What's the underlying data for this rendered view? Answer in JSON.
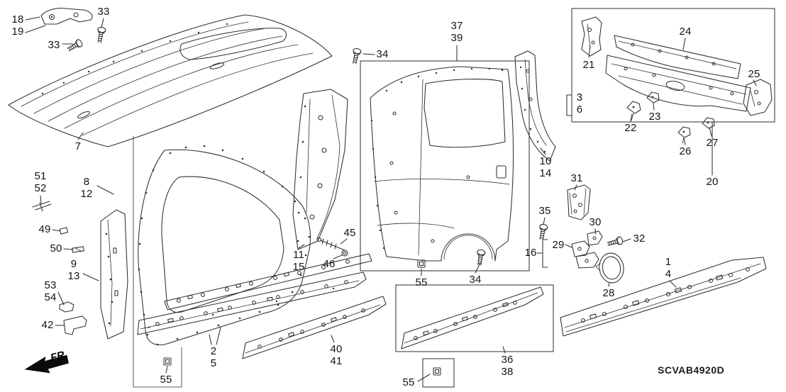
{
  "diagram": {
    "code": "SCVAB4920D",
    "fr_label": "FR.",
    "background": "#ffffff",
    "line_color": "#2e2e2e"
  },
  "callouts": [
    {
      "text": "18\n19"
    },
    {
      "text": "33"
    },
    {
      "text": "33"
    },
    {
      "text": "34"
    },
    {
      "text": "37\n39"
    },
    {
      "text": "21"
    },
    {
      "text": "24"
    },
    {
      "text": "25"
    },
    {
      "text": "3\n6"
    },
    {
      "text": "22"
    },
    {
      "text": "23"
    },
    {
      "text": "27"
    },
    {
      "text": "26"
    },
    {
      "text": "20"
    },
    {
      "text": "7"
    },
    {
      "text": "51\n52"
    },
    {
      "text": "8\n12"
    },
    {
      "text": "10\n14"
    },
    {
      "text": "31"
    },
    {
      "text": "49"
    },
    {
      "text": "50"
    },
    {
      "text": "35"
    },
    {
      "text": "30"
    },
    {
      "text": "29"
    },
    {
      "text": "32"
    },
    {
      "text": "9\n13"
    },
    {
      "text": "11\n15"
    },
    {
      "text": "45"
    },
    {
      "text": "46"
    },
    {
      "text": "16"
    },
    {
      "text": "1\n4"
    },
    {
      "text": "53\n54"
    },
    {
      "text": "34"
    },
    {
      "text": "55"
    },
    {
      "text": "28"
    },
    {
      "text": "42"
    },
    {
      "text": "2\n5"
    },
    {
      "text": "40\n41"
    },
    {
      "text": "36\n38"
    },
    {
      "text": "55"
    },
    {
      "text": "55"
    }
  ]
}
